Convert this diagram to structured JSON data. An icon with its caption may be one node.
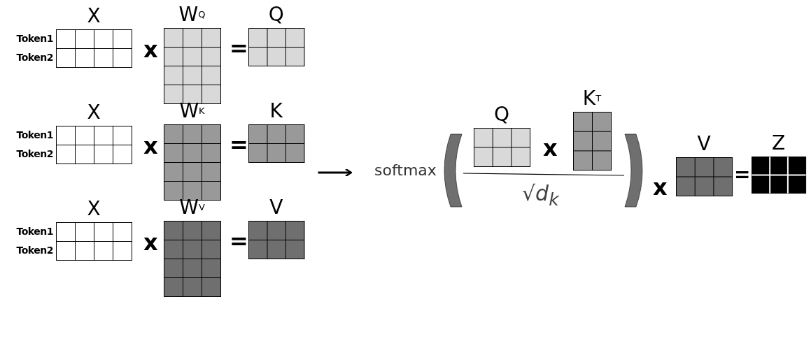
{
  "diagram": {
    "nodes": [
      {
        "text": [
          "X"
        ],
        "beside": [
          "Token1",
          "Token2"
        ]
      },
      {
        "text": [
          "W$^{Q}$"
        ]
      },
      {
        "text": [
          "Q"
        ]
      },
      {
        "text": [
          "X"
        ],
        "beside": [
          "Token1",
          "Token2"
        ]
      },
      {
        "text": [
          "W$^{K}$"
        ]
      },
      {
        "text": [
          "K"
        ]
      },
      {
        "text": [
          "X"
        ],
        "beside": [
          "Token1",
          "Token2"
        ]
      },
      {
        "text": [
          "W$^{V}$"
        ]
      },
      {
        "text": [
          "V"
        ]
      },
      {
        "text": [
          "softmax"
        ]
      },
      {
        "text": [
          "Q"
        ]
      },
      {
        "text": [
          "K$^{T}$"
        ]
      },
      {
        "text": [
          "V"
        ]
      },
      {
        "text": [
          "Z"
        ]
      }
    ],
    "edges": [
      {
        "from": 5,
        "to": 9,
        "arrow": "to"
      }
    ],
    "labels": [
      "x",
      "=",
      "x",
      "=",
      "x",
      "√d$_{k}$",
      "x",
      "=",
      "x",
      "="
    ]
  }
}
